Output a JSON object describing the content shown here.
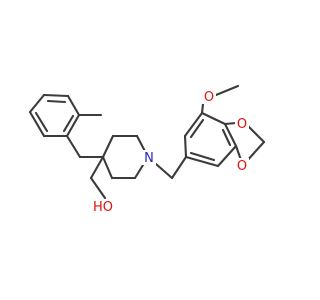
{
  "molecule": {
    "atoms": {
      "methoxy_oxygen": "O",
      "ring_oxygen_top": "O",
      "ring_oxygen_bottom": "O",
      "piperidine_nitrogen": "N",
      "hydroxyl": "HO"
    },
    "colors": {
      "bond": "#3b3b3b",
      "oxygen": "#e0120a",
      "nitrogen": "#2424c8",
      "background": "#ffffff"
    }
  }
}
